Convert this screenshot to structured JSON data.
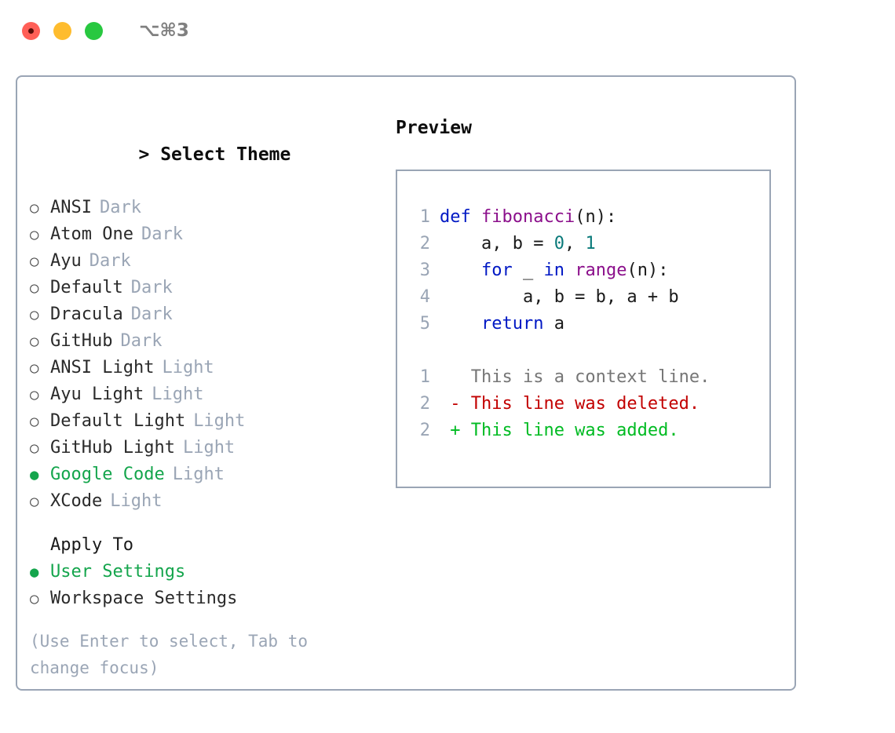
{
  "titlebar": {
    "shortcut": "⌥⌘3",
    "buttons": [
      {
        "name": "close",
        "color": "#ff5f57"
      },
      {
        "name": "minimize",
        "color": "#febc2e"
      },
      {
        "name": "maximize",
        "color": "#28c840"
      }
    ]
  },
  "theme_panel": {
    "caret": ">",
    "title": "Select Theme",
    "bullet_selected": "●",
    "bullet_unselected": "○",
    "items": [
      {
        "label": "ANSI",
        "tag": "Dark",
        "selected": false
      },
      {
        "label": "Atom One",
        "tag": "Dark",
        "selected": false
      },
      {
        "label": "Ayu",
        "tag": "Dark",
        "selected": false
      },
      {
        "label": "Default",
        "tag": "Dark",
        "selected": false
      },
      {
        "label": "Dracula",
        "tag": "Dark",
        "selected": false
      },
      {
        "label": "GitHub",
        "tag": "Dark",
        "selected": false
      },
      {
        "label": "ANSI Light",
        "tag": "Light",
        "selected": false
      },
      {
        "label": "Ayu Light",
        "tag": "Light",
        "selected": false
      },
      {
        "label": "Default Light",
        "tag": "Light",
        "selected": false
      },
      {
        "label": "GitHub Light",
        "tag": "Light",
        "selected": false
      },
      {
        "label": "Google Code",
        "tag": "Light",
        "selected": true
      },
      {
        "label": "XCode",
        "tag": "Light",
        "selected": false
      }
    ]
  },
  "apply_to": {
    "title": "Apply To",
    "items": [
      {
        "label": "User Settings",
        "selected": true
      },
      {
        "label": "Workspace Settings",
        "selected": false
      }
    ]
  },
  "hint": "(Use Enter to select, Tab to change focus)",
  "preview": {
    "title": "Preview",
    "code_lines": [
      {
        "n": "1",
        "tokens": [
          {
            "t": "def ",
            "c": "kw"
          },
          {
            "t": "fibonacci",
            "c": "fn"
          },
          {
            "t": "(n):",
            "c": "pun"
          }
        ]
      },
      {
        "n": "2",
        "tokens": [
          {
            "t": "    a, b = ",
            "c": "pun"
          },
          {
            "t": "0",
            "c": "num"
          },
          {
            "t": ", ",
            "c": "pun"
          },
          {
            "t": "1",
            "c": "num"
          }
        ]
      },
      {
        "n": "3",
        "tokens": [
          {
            "t": "    ",
            "c": "pun"
          },
          {
            "t": "for",
            "c": "kw"
          },
          {
            "t": " _ ",
            "c": "pun"
          },
          {
            "t": "in",
            "c": "kw"
          },
          {
            "t": " ",
            "c": "pun"
          },
          {
            "t": "range",
            "c": "fn"
          },
          {
            "t": "(n):",
            "c": "pun"
          }
        ]
      },
      {
        "n": "4",
        "tokens": [
          {
            "t": "        a, b = b, a + b",
            "c": "pun"
          }
        ]
      },
      {
        "n": "5",
        "tokens": [
          {
            "t": "    ",
            "c": "pun"
          },
          {
            "t": "return",
            "c": "kw"
          },
          {
            "t": " a",
            "c": "pun"
          }
        ]
      }
    ],
    "diff_lines": [
      {
        "n": "1",
        "marker": " ",
        "text": "This is a context line.",
        "kind": "ctx"
      },
      {
        "n": "2",
        "marker": "-",
        "text": "This line was deleted.",
        "kind": "del"
      },
      {
        "n": "2",
        "marker": "+",
        "text": "This line was added.",
        "kind": "add"
      }
    ]
  },
  "colors": {
    "accent_green": "#14a54c",
    "border": "#9aa5b5",
    "muted": "#9aa5b5",
    "keyword": "#0018c4",
    "function": "#8b0f8b",
    "number": "#0a7a7a",
    "diff_context": "#767676",
    "diff_deleted": "#c20000",
    "diff_added": "#00bb22"
  }
}
